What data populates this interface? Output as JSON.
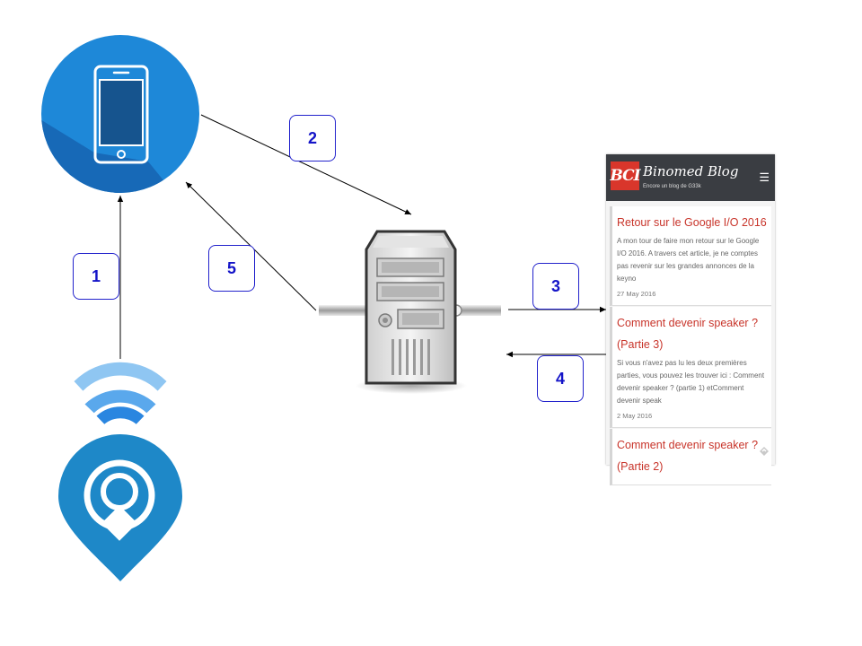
{
  "steps": [
    "1",
    "2",
    "3",
    "4",
    "5"
  ],
  "blog": {
    "logo_text": "BCI",
    "title": "Binomed Blog",
    "tagline": "Encore un blog de G33k",
    "menu_icon": "hamburger-menu-icon",
    "posts": [
      {
        "title": "Retour sur le Google I/O 2016",
        "excerpt": "A mon tour de faire mon retour sur le Google I/O 2016. A travers cet article, je ne comptes pas revenir sur les grandes annonces de la keyno",
        "date": "27 May 2016"
      },
      {
        "title": "Comment devenir speaker ? (Partie 3)",
        "excerpt": "Si vous n'avez pas lu les deux premières parties, vous pouvez les trouver ici : Comment devenir speaker ? (partie 1) etComment devenir speak",
        "date": "2 May 2016"
      },
      {
        "title": "Comment devenir speaker ? (Partie 2)",
        "excerpt": "",
        "date": ""
      }
    ]
  },
  "icons": {
    "smartphone": "smartphone-icon",
    "beacon": "beacon-icon",
    "wifi": "wifi-signal-icon",
    "server": "server-icon"
  },
  "colors": {
    "phone_circle": "#1e88d8",
    "beacon": "#1e88c8",
    "wifi_light": "#8fc6f2",
    "wifi_mid": "#5aa8ec",
    "wifi_dark": "#2a86e0",
    "step_label": "#1414c8",
    "blog_header": "#3a3d42",
    "blog_accent": "#c8342a"
  }
}
